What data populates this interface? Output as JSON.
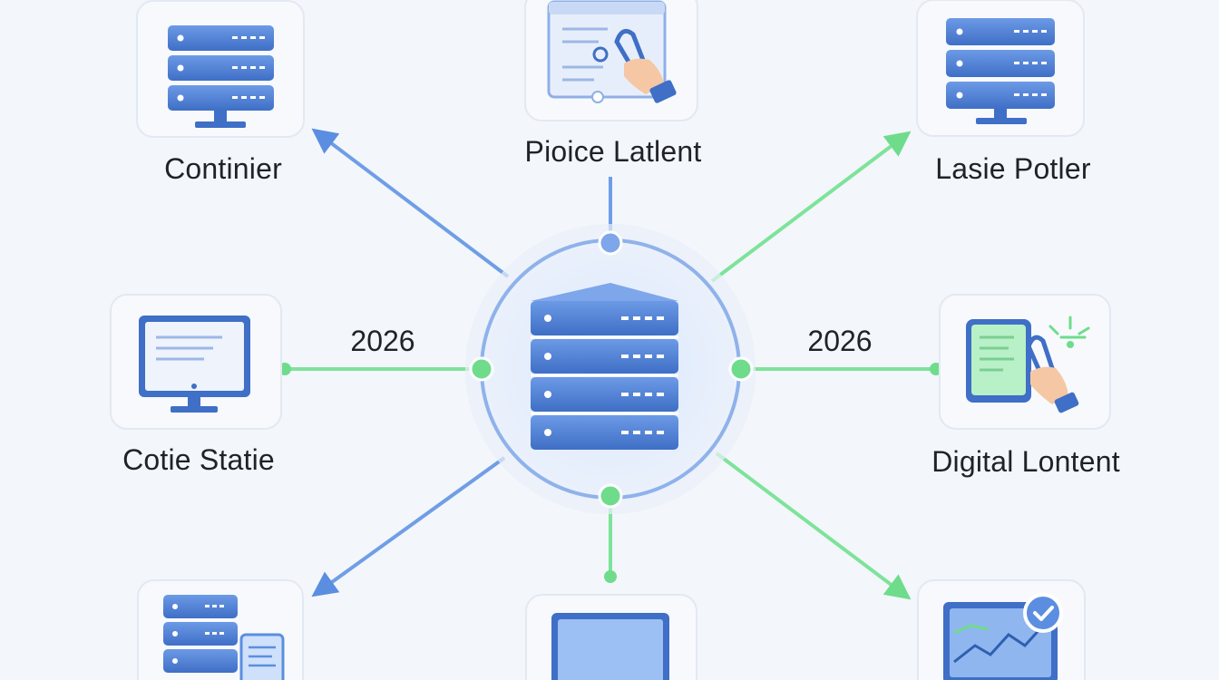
{
  "nodes": {
    "top_left": {
      "label": "Continier",
      "icon": "server-monitor-icon"
    },
    "top_center": {
      "label": "Pioice Latlent",
      "icon": "document-hand-icon"
    },
    "top_right": {
      "label": "Lasie Potler",
      "icon": "server-monitor-icon"
    },
    "mid_left": {
      "label": "Cotie Statie",
      "icon": "monitor-icon"
    },
    "mid_right": {
      "label": "Digital Lontent",
      "icon": "tablet-hand-icon"
    },
    "bottom_left": {
      "label": "",
      "icon": "server-document-icon"
    },
    "bottom_center": {
      "label": "",
      "icon": "laptop-icon"
    },
    "bottom_right": {
      "label": "",
      "icon": "chart-check-icon"
    }
  },
  "center": {
    "icon": "database-server-icon"
  },
  "connector_labels": {
    "left": "2026",
    "right": "2026"
  },
  "colors": {
    "blue": "#5b8ee0",
    "blue_dark": "#3f6fc6",
    "green": "#6fdc8c",
    "tile_border": "#e6ebf3",
    "background": "#f3f6fb"
  }
}
